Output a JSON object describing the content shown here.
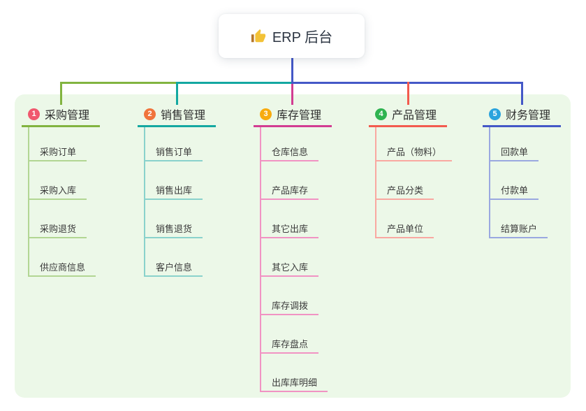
{
  "root": {
    "title": "ERP 后台",
    "icon": "thumbs-up",
    "line_color": "#4458c7"
  },
  "panel": {
    "bg": "#ecf8e8"
  },
  "branches": [
    {
      "num": "1",
      "title": "采购管理",
      "badge_color": "#f0586e",
      "line_color": "#82b440",
      "child_line_color": "#b2d693",
      "children": [
        "采购订单",
        "采购入库",
        "采购退货",
        "供应商信息"
      ]
    },
    {
      "num": "2",
      "title": "销售管理",
      "badge_color": "#f0743c",
      "line_color": "#14a8a1",
      "child_line_color": "#8ad2cc",
      "children": [
        "销售订单",
        "销售出库",
        "销售退货",
        "客户信息"
      ]
    },
    {
      "num": "3",
      "title": "库存管理",
      "badge_color": "#f8ab0e",
      "line_color": "#d23d92",
      "child_line_color": "#f193c3",
      "children": [
        "仓库信息",
        "产品库存",
        "其它出库",
        "其它入库",
        "库存调拨",
        "库存盘点",
        "出库库明细"
      ]
    },
    {
      "num": "4",
      "title": "产品管理",
      "badge_color": "#2fb350",
      "line_color": "#f35b4f",
      "child_line_color": "#f9a8a1",
      "children": [
        "产品（物料）",
        "产品分类",
        "产品单位"
      ]
    },
    {
      "num": "5",
      "title": "财务管理",
      "badge_color": "#2ba3dd",
      "line_color": "#4458c7",
      "child_line_color": "#9aa8e0",
      "children": [
        "回款单",
        "付款单",
        "结算账户"
      ]
    }
  ]
}
